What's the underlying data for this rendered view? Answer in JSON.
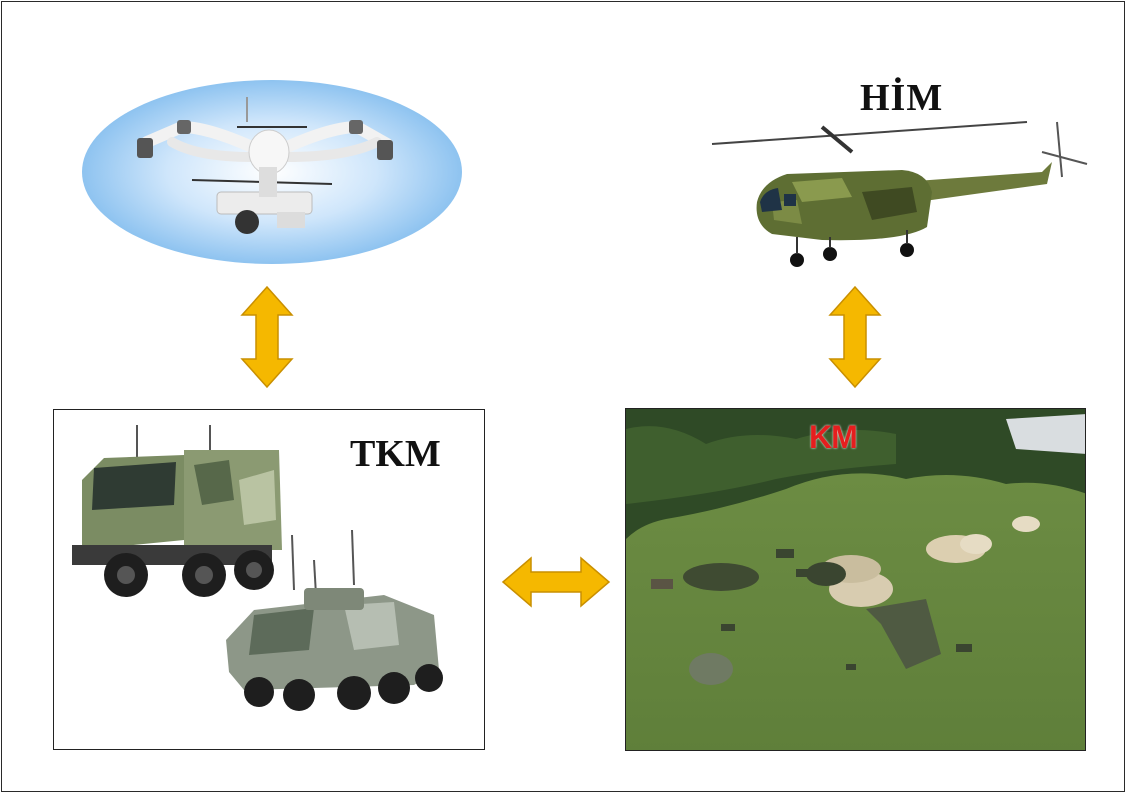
{
  "nodes": {
    "drone": {
      "label": ""
    },
    "helicopter": {
      "label": "HİM"
    },
    "ground_vehicles": {
      "label": "TKM"
    },
    "field_camp": {
      "label": "KM"
    }
  },
  "colors": {
    "arrow_fill": "#f5b800",
    "arrow_stroke": "#c98f00",
    "km_label": "#e61e1e"
  },
  "icons": [
    "drone-illustration",
    "helicopter-illustration",
    "military-truck-illustration",
    "armored-vehicle-illustration",
    "field-camp-photo"
  ]
}
